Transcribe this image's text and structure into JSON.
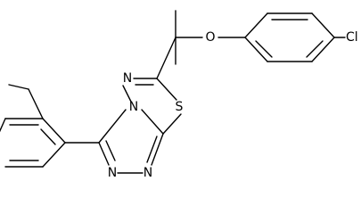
{
  "structure": {
    "description_kind": "chemical-structure",
    "line_color": "#000000",
    "background_color": "#ffffff",
    "atom_labels": {
      "oxygen": "O",
      "chlorine": "Cl",
      "sulfur": "S",
      "nitrogen_a": "N",
      "nitrogen_b": "N",
      "nitrogen_c": "N",
      "nitrogen_d": "N"
    }
  }
}
